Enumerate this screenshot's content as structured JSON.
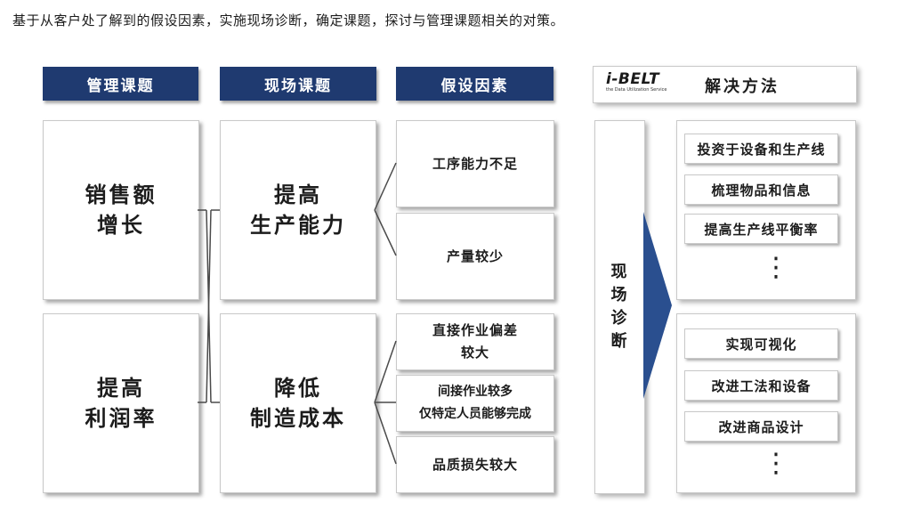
{
  "intro": "基于从客户处了解到的假设因素，实施现场诊断，确定课题，探讨与管理课题相关的对策。",
  "headers": {
    "management": "管理课题",
    "field": "现场课题",
    "hypothesis": "假设因素",
    "solution": "解决方法"
  },
  "logo": {
    "brand": "i-BELT",
    "sub": "the Data Utilization Service"
  },
  "management_items": [
    {
      "line1": "销售额",
      "line2": "增长"
    },
    {
      "line1": "提高",
      "line2": "利润率"
    }
  ],
  "field_items": [
    {
      "line1": "提高",
      "line2": "生产能力"
    },
    {
      "line1": "降低",
      "line2": "制造成本"
    }
  ],
  "hypothesis_items": [
    {
      "line1": "工序能力不足",
      "line2": ""
    },
    {
      "line1": "产量较少",
      "line2": ""
    },
    {
      "line1": "直接作业偏差",
      "line2": "较大"
    },
    {
      "line1": "间接作业较多",
      "line2": "仅特定人员能够完成"
    },
    {
      "line1": "品质损失较大",
      "line2": ""
    }
  ],
  "diagnosis": "现场诊断",
  "solutions_top": [
    "投资于设备和生产线",
    "梳理物品和信息",
    "提高生产线平衡率"
  ],
  "solutions_bottom": [
    "实现可视化",
    "改进工法和设备",
    "改进商品设计"
  ],
  "ellipsis": "⋮",
  "colors": {
    "header_navy": "#1f3a70",
    "arrow_blue": "#2a4f8f",
    "line_gray": "#4a4a4a"
  }
}
